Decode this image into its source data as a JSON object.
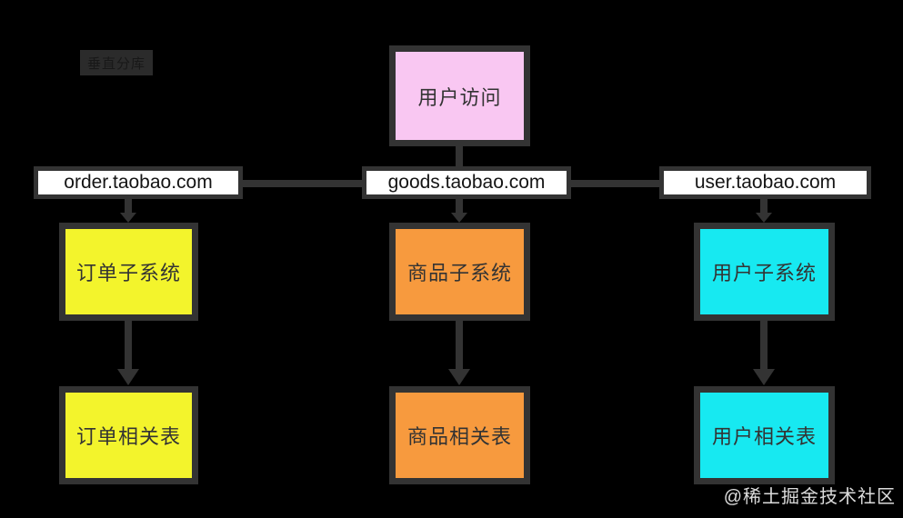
{
  "diagram_title_label": {
    "text": "垂直分库"
  },
  "colors": {
    "background": "#000000",
    "connector": "#333333",
    "top_node_bg": "#f9c7f2",
    "order_bg": "#f3f42c",
    "goods_bg": "#f79a3e",
    "user_bg": "#17e9f1",
    "domain_box_bg": "#ffffff"
  },
  "top_node": {
    "text": "用户访问"
  },
  "domains": [
    {
      "text": "order.taobao.com"
    },
    {
      "text": "goods.taobao.com"
    },
    {
      "text": "user.taobao.com"
    }
  ],
  "subsystems": [
    {
      "text": "订单子系统"
    },
    {
      "text": "商品子系统"
    },
    {
      "text": "用户子系统"
    }
  ],
  "tables": [
    {
      "text": "订单相关表"
    },
    {
      "text": "商品相关表"
    },
    {
      "text": "用户相关表"
    }
  ],
  "watermark": {
    "text": "@稀土掘金技术社区"
  }
}
